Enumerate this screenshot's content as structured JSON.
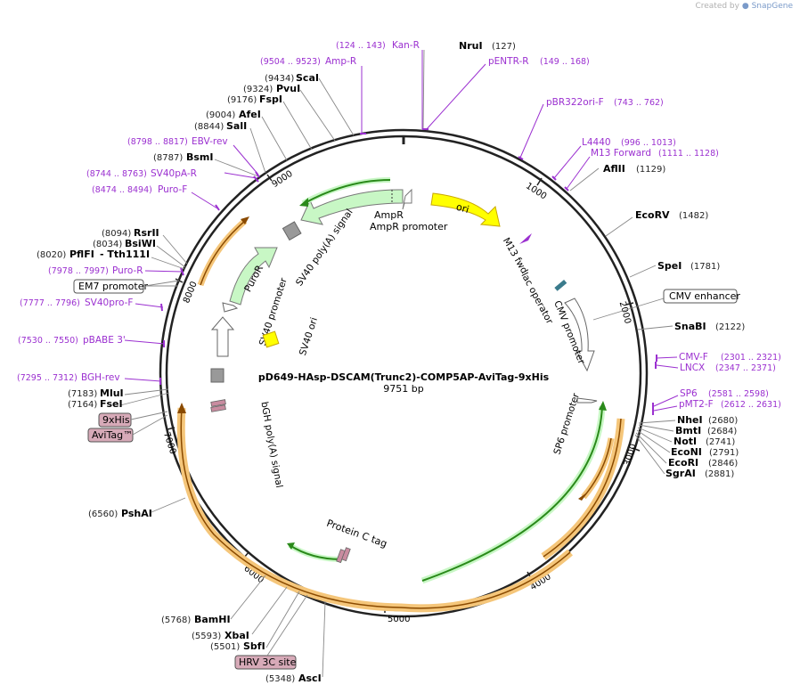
{
  "credit": {
    "created_by": "Created by",
    "brand": "SnapGene"
  },
  "plasmid": {
    "name": "pD649-HAsp-DSCAM(Trunc2)-COMP5AP-AviTag-9xHis",
    "size": "9751 bp"
  },
  "ticks": [
    "1000",
    "2000",
    "3000",
    "4000",
    "5000",
    "6000",
    "7000",
    "8000",
    "9000"
  ],
  "sites_right": [
    {
      "name": "NruI",
      "pos": "(127)"
    },
    {
      "name": "AflII",
      "pos": "(1129)"
    },
    {
      "name": "EcoRV",
      "pos": "(1482)"
    },
    {
      "name": "SpeI",
      "pos": "(1781)"
    },
    {
      "name": "SnaBI",
      "pos": "(2122)"
    },
    {
      "name": "NheI",
      "pos": "(2680)"
    },
    {
      "name": "BmtI",
      "pos": "(2684)"
    },
    {
      "name": "NotI",
      "pos": "(2741)"
    },
    {
      "name": "EcoNI",
      "pos": "(2791)"
    },
    {
      "name": "EcoRI",
      "pos": "(2846)"
    },
    {
      "name": "SgrAI",
      "pos": "(2881)"
    }
  ],
  "sites_left": [
    {
      "name": "ScaI",
      "pos": "(9434)"
    },
    {
      "name": "PvuI",
      "pos": "(9324)"
    },
    {
      "name": "FspI",
      "pos": "(9176)"
    },
    {
      "name": "AfeI",
      "pos": "(9004)"
    },
    {
      "name": "SalI",
      "pos": "(8844)"
    },
    {
      "name": "BsmI",
      "pos": "(8787)"
    },
    {
      "name": "RsrII",
      "pos": "(8094)"
    },
    {
      "name": "BsiWI",
      "pos": "(8034)"
    },
    {
      "name": "PflFI",
      "pos": "(8020)"
    },
    {
      "name": "- Tth111I",
      "pos": ""
    },
    {
      "name": "MluI",
      "pos": "(7183)"
    },
    {
      "name": "FseI",
      "pos": "(7164)"
    },
    {
      "name": "PshAI",
      "pos": "(6560)"
    },
    {
      "name": "BamHI",
      "pos": "(5768)"
    },
    {
      "name": "XbaI",
      "pos": "(5593)"
    },
    {
      "name": "SbfI",
      "pos": "(5501)"
    },
    {
      "name": "AscI",
      "pos": "(5348)"
    }
  ],
  "primers": [
    {
      "name": "Kan-R",
      "coords": "(124 .. 143)"
    },
    {
      "name": "Amp-R",
      "coords": "(9504 .. 9523)"
    },
    {
      "name": "pENTR-R",
      "coords": "(149 .. 168)"
    },
    {
      "name": "pBR322ori-F",
      "coords": "(743 .. 762)"
    },
    {
      "name": "L4440",
      "coords": "(996 .. 1013)"
    },
    {
      "name": "M13 Forward",
      "coords": "(1111 .. 1128)"
    },
    {
      "name": "EBV-rev",
      "coords": "(8798 .. 8817)"
    },
    {
      "name": "SV40pA-R",
      "coords": "(8744 .. 8763)"
    },
    {
      "name": "Puro-F",
      "coords": "(8474 .. 8494)"
    },
    {
      "name": "Puro-R",
      "coords": "(7978 .. 7997)"
    },
    {
      "name": "SV40pro-F",
      "coords": "(7777 .. 7796)"
    },
    {
      "name": "pBABE 3'",
      "coords": "(7530 .. 7550)"
    },
    {
      "name": "BGH-rev",
      "coords": "(7295 .. 7312)"
    },
    {
      "name": "CMV-F",
      "coords": "(2301 .. 2321)"
    },
    {
      "name": "LNCX",
      "coords": "(2347 .. 2371)"
    },
    {
      "name": "SP6",
      "coords": "(2581 .. 2598)"
    },
    {
      "name": "pMT2-F",
      "coords": "(2612 .. 2631)"
    }
  ],
  "boxed_labels": {
    "em7": "EM7 promoter",
    "cmv_enh": "CMV enhancer",
    "his": "9xHis",
    "avi": "AviTag™",
    "hrv": "HRV 3C site"
  },
  "features": {
    "ori": "ori",
    "ampr": "AmpR",
    "ampr_promoter": "AmpR promoter",
    "m13fwd": "M13 fwd",
    "lac": "lac operator",
    "cmv_promoter": "CMV promoter",
    "sp6_promoter": "SP6 promoter",
    "sv40_polya": "SV40 poly(A) signal",
    "puror": "PuroR",
    "sv40_promoter": "SV40 promoter",
    "sv40_ori": "SV40 ori",
    "bgh": "bGH poly(A) signal",
    "protc": "Protein C tag"
  },
  "colors": {
    "backbone": "#222222",
    "ori": "#ffff00",
    "marker": "#c8f7c5",
    "orf_highlight": "#f5c67a",
    "orf_green": "#4cbe2c",
    "primer": "#9b30d0",
    "boxed_tag": "#d7aab8"
  }
}
